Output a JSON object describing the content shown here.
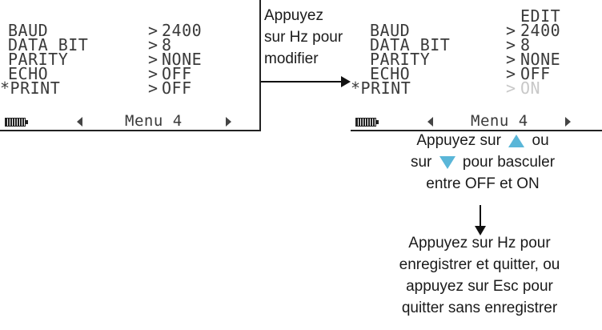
{
  "screen_before": {
    "rows": [
      {
        "label": "BAUD",
        "sep": ">",
        "value": "2400"
      },
      {
        "label": "DATA BIT",
        "sep": ">",
        "value": "8"
      },
      {
        "label": "PARITY",
        "sep": ">",
        "value": "NONE"
      },
      {
        "label": "ECHO",
        "sep": ">",
        "value": "OFF"
      },
      {
        "label": "*PRINT",
        "sep": ">",
        "value": "OFF"
      }
    ],
    "menu_label": "Menu 4"
  },
  "screen_after": {
    "mode_label": "EDIT",
    "rows": [
      {
        "label": "BAUD",
        "sep": ">",
        "value": "2400"
      },
      {
        "label": "DATA BIT",
        "sep": ">",
        "value": "8"
      },
      {
        "label": "PARITY",
        "sep": ">",
        "value": "NONE"
      },
      {
        "label": "ECHO",
        "sep": ">",
        "value": "OFF"
      },
      {
        "label": "*PRINT",
        "sep": ">",
        "value": "ON"
      }
    ],
    "menu_label": "Menu 4"
  },
  "annotations": {
    "step1": [
      "Appuyez",
      "sur Hz pour",
      "modifier"
    ],
    "step2_line1_a": "Appuyez sur",
    "step2_line1_b": "ou",
    "step2_line2_a": "sur",
    "step2_line2_b": "pour basculer",
    "step2_line3": "entre OFF et ON",
    "step3": [
      "Appuyez sur Hz pour",
      "enregistrer et quitter, ou",
      "appuyez sur Esc pour",
      "quitter sans enregistrer"
    ]
  },
  "icons": {
    "up_button": "up-arrow-button-icon",
    "down_button": "down-arrow-button-icon",
    "battery": "battery-icon",
    "menu_left": "left-triangle-icon",
    "menu_right": "right-triangle-icon"
  },
  "colors": {
    "arrow_button": "#5ab6d8",
    "lcd_text": "#3a3a3a",
    "lcd_dimmed": "#c8c8c8"
  }
}
